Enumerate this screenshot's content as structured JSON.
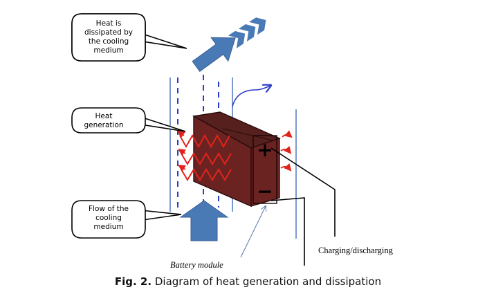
{
  "callouts": {
    "dissipation": [
      "Heat is",
      "dissipated by",
      "the cooling",
      "medium"
    ],
    "generation": [
      "Heat",
      "generation"
    ],
    "flow": [
      "Flow of the",
      "cooling",
      "medium"
    ]
  },
  "labels": {
    "battery_module": "Battery module",
    "charging": "Charging/discharging",
    "positive_terminal": "+",
    "negative_terminal": "−"
  },
  "caption": {
    "prefix": "Fig. 2.",
    "text": "Diagram of heat generation and dissipation"
  },
  "colors": {
    "battery_body": "#6b2322",
    "battery_top": "#55201e",
    "arrow_blue": "#4a7ab5",
    "flow_lines": "#2b3dc9",
    "heat_red": "#e2231a"
  }
}
